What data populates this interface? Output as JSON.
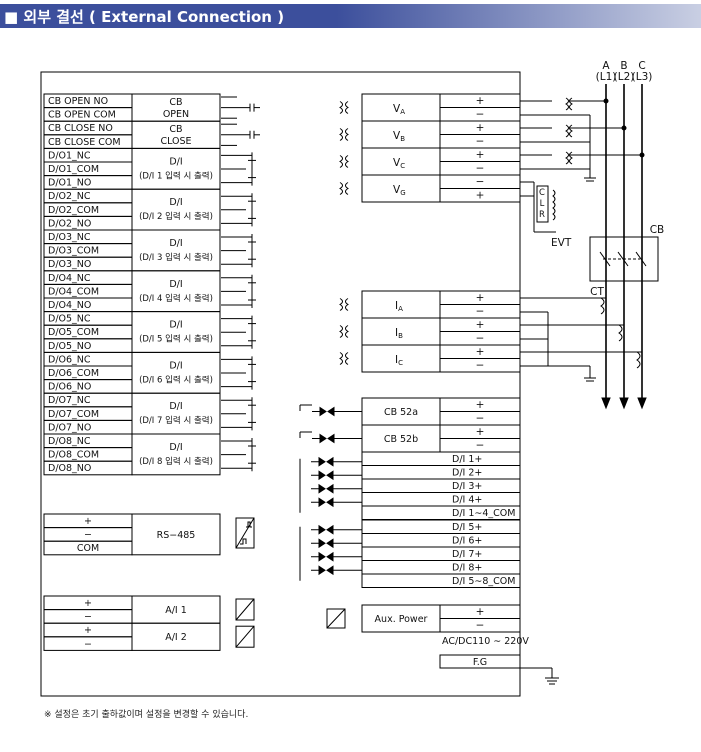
{
  "header": {
    "title": "■ 외부 결선 ( External Connection )"
  },
  "phases": [
    {
      "letter": "A",
      "line": "(L1)"
    },
    {
      "letter": "B",
      "line": "(L2)"
    },
    {
      "letter": "C",
      "line": "(L3)"
    }
  ],
  "labels": {
    "evt": "EVT",
    "cb": "CB",
    "ct": "CT",
    "plus": "+",
    "minus": "−"
  },
  "cb_rows": [
    {
      "terminals": [
        "CB OPEN NO",
        "CB OPEN COM"
      ],
      "func": [
        "CB",
        "OPEN"
      ]
    },
    {
      "terminals": [
        "CB CLOSE NO",
        "CB CLOSE COM"
      ],
      "func": [
        "CB",
        "CLOSE"
      ]
    }
  ],
  "do_groups": [
    {
      "terminals": [
        "D/O1_NC",
        "D/O1_COM",
        "D/O1_NO"
      ],
      "func": [
        "D/I",
        "(D/I 1 입력 시 출력)"
      ]
    },
    {
      "terminals": [
        "D/O2_NC",
        "D/O2_COM",
        "D/O2_NO"
      ],
      "func": [
        "D/I",
        "(D/I 2 입력 시 출력)"
      ]
    },
    {
      "terminals": [
        "D/O3_NC",
        "D/O3_COM",
        "D/O3_NO"
      ],
      "func": [
        "D/I",
        "(D/I 3 입력 시 출력)"
      ]
    },
    {
      "terminals": [
        "D/O4_NC",
        "D/O4_COM",
        "D/O4_NO"
      ],
      "func": [
        "D/I",
        "(D/I 4 입력 시 출력)"
      ]
    },
    {
      "terminals": [
        "D/O5_NC",
        "D/O5_COM",
        "D/O5_NO"
      ],
      "func": [
        "D/I",
        "(D/I 5 입력 시 출력)"
      ]
    },
    {
      "terminals": [
        "D/O6_NC",
        "D/O6_COM",
        "D/O6_NO"
      ],
      "func": [
        "D/I",
        "(D/I 6 입력 시 출력)"
      ]
    },
    {
      "terminals": [
        "D/O7_NC",
        "D/O7_COM",
        "D/O7_NO"
      ],
      "func": [
        "D/I",
        "(D/I 7 입력 시 출력)"
      ]
    },
    {
      "terminals": [
        "D/O8_NC",
        "D/O8_COM",
        "D/O8_NO"
      ],
      "func": [
        "D/I",
        "(D/I 8 입력 시 출력)"
      ]
    }
  ],
  "rs485": {
    "terminals": [
      "+",
      "−",
      "COM"
    ],
    "label": "RS−485"
  },
  "analog_inputs": [
    {
      "terminals": [
        "+",
        "−"
      ],
      "label": "A/I 1"
    },
    {
      "terminals": [
        "+",
        "−"
      ],
      "label": "A/I 2"
    }
  ],
  "voltage_inputs": [
    {
      "label": "V",
      "sub": "A",
      "terminals": [
        "+",
        "−"
      ]
    },
    {
      "label": "V",
      "sub": "B",
      "terminals": [
        "+",
        "−"
      ]
    },
    {
      "label": "V",
      "sub": "C",
      "terminals": [
        "+",
        "−"
      ]
    },
    {
      "label": "V",
      "sub": "G",
      "terminals": [
        "−",
        "+"
      ]
    }
  ],
  "current_inputs": [
    {
      "label": "I",
      "sub": "A",
      "terminals": [
        "+",
        "−"
      ]
    },
    {
      "label": "I",
      "sub": "B",
      "terminals": [
        "+",
        "−"
      ]
    },
    {
      "label": "I",
      "sub": "C",
      "terminals": [
        "+",
        "−"
      ]
    }
  ],
  "evt_resistor": [
    "C",
    "L",
    "R"
  ],
  "cb_inputs": [
    {
      "label": "CB 52a",
      "terminals": [
        "+",
        "−"
      ]
    },
    {
      "label": "CB 52b",
      "terminals": [
        "+",
        "−"
      ]
    }
  ],
  "di_group1": [
    "D/I 1+",
    "D/I 2+",
    "D/I 3+",
    "D/I 4+",
    "D/I 1∼4_COM"
  ],
  "di_group2": [
    "D/I 5+",
    "D/I 6+",
    "D/I 7+",
    "D/I 8+",
    "D/I 5∼8_COM"
  ],
  "aux_power": {
    "label": "Aux. Power",
    "terminals": [
      "+",
      "−"
    ],
    "rating": "AC/DC110 ∼ 220V"
  },
  "fg": "F.G",
  "footnote": "※ 설정은 초기 출하값이며 설정을 변경할 수 있습니다."
}
